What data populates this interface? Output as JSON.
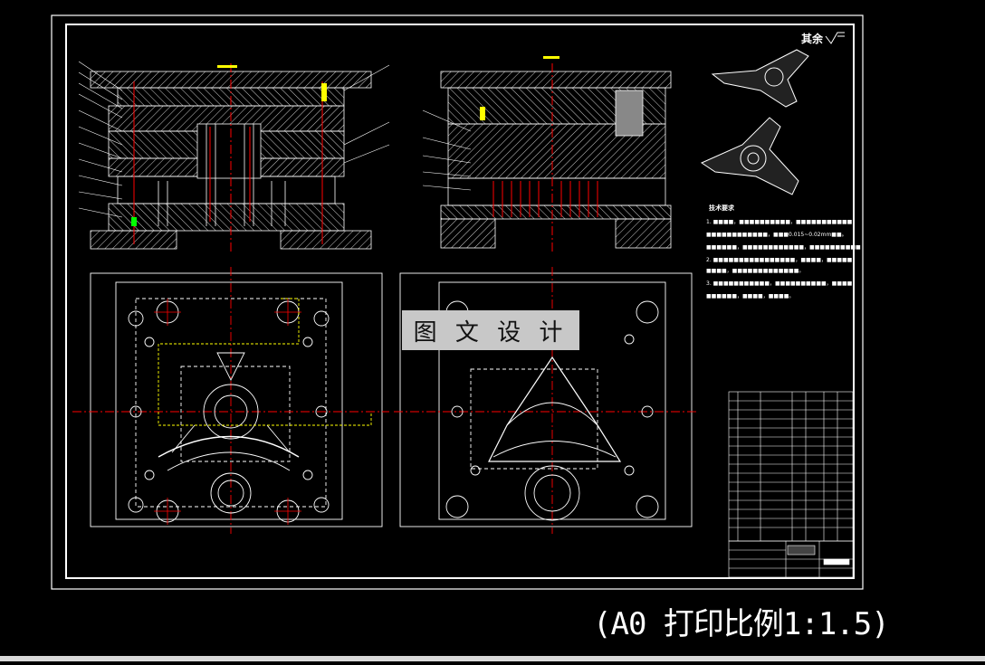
{
  "watermark": {
    "text": "图 文 设 计"
  },
  "print_note": {
    "text": "(A0 打印比例1:1.5)"
  },
  "roughness": {
    "label": "其余"
  },
  "technical_requirements": {
    "title": "技术要求",
    "lines": [
      "1. ■■■■，■■■■■■■■■■，■■■■■■■■■■■",
      "■■■■■■■■■■■■，■■■0.015~0.02mm■■。",
      "■■■■■■，■■■■■■■■■■■■，■■■■■■■■■■",
      "2. ■■■■■■■■■■■■■■■■，■■■■，■■■■■",
      "■■■■，■■■■■■■■■■■■■。",
      "3. ■■■■■■■■■■■，■■■■■■■■■■，■■■■",
      "■■■■■■，■■■■，■■■■。"
    ]
  },
  "colors": {
    "background": "#000000",
    "lines": "#ffffff",
    "centerline": "#ff0000",
    "accent_yellow": "#ffff00",
    "accent_green": "#00ff00",
    "watermark_bg": "#c8c8c8"
  },
  "icons": [
    "surface-roughness-symbol-icon"
  ]
}
